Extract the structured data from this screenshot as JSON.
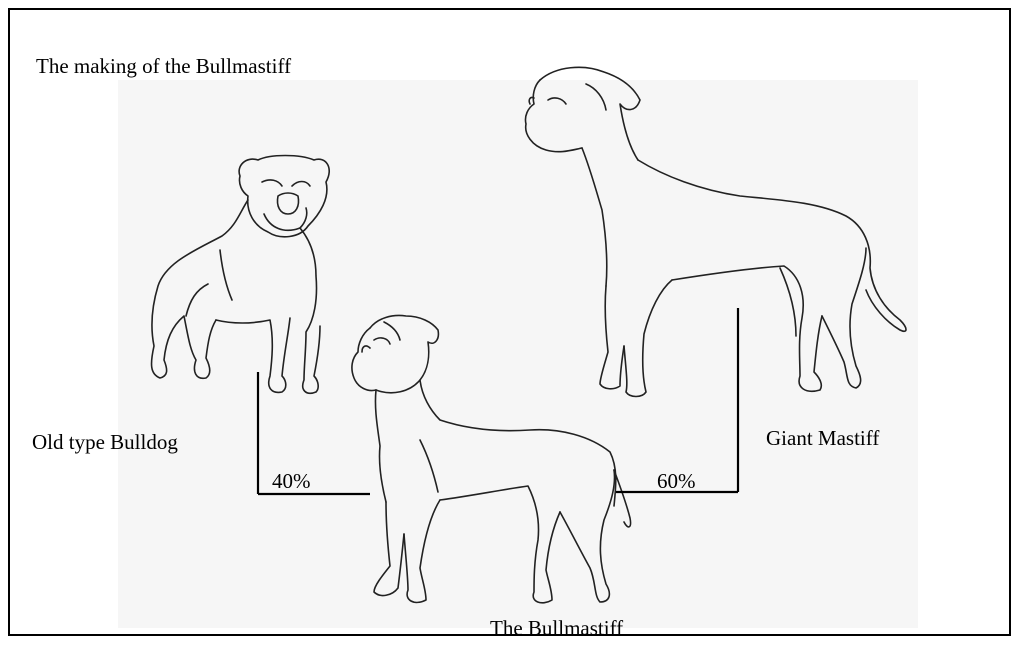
{
  "diagram": {
    "title": "The making of the Bullmastiff",
    "parents": [
      {
        "label": "Old  type Bulldog",
        "share": "40%"
      },
      {
        "label": "Giant Mastiff",
        "share": "60%"
      }
    ],
    "offspring": {
      "label": "The Bullmastiff"
    }
  },
  "colors": {
    "line": "#000000",
    "background": "#ffffff",
    "paper": "#f7f7f7"
  }
}
